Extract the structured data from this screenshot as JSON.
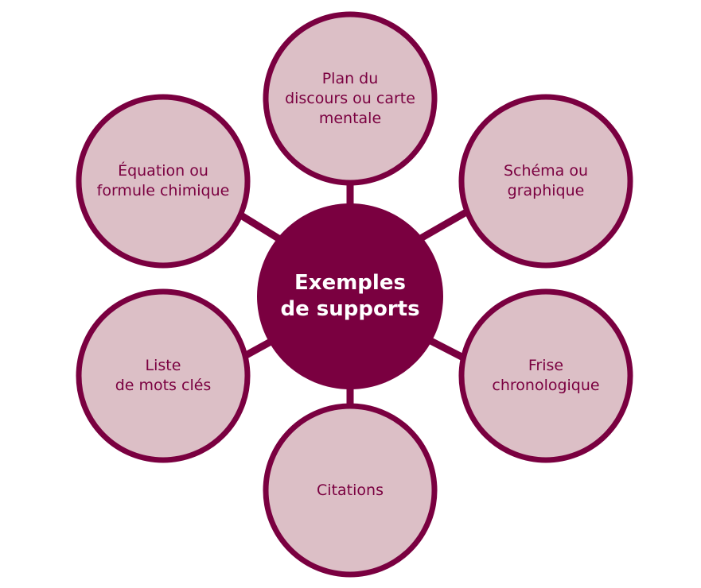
{
  "center": {
    "label": "Exemples\nde supports"
  },
  "nodes": [
    {
      "id": "plan",
      "label": "Plan du\ndiscours ou carte\nmentale"
    },
    {
      "id": "schema",
      "label": "Schéma ou\ngraphique"
    },
    {
      "id": "frise",
      "label": "Frise\nchronologique"
    },
    {
      "id": "citations",
      "label": "Citations"
    },
    {
      "id": "liste",
      "label": "Liste\nde mots clés"
    },
    {
      "id": "equation",
      "label": "Équation ou\nformule chimique"
    }
  ],
  "colors": {
    "accent": "#7a0040",
    "node_fill": "#dcbfc6",
    "center_text": "#ffffff",
    "background": "#ffffff"
  }
}
